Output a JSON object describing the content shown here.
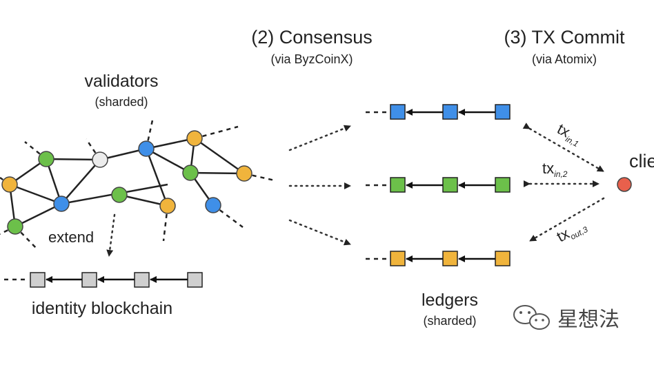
{
  "labels": {
    "consensus_title": "(2) Consensus",
    "consensus_sub": "(via ByzCoinX)",
    "commit_title": "(3) TX Commit",
    "commit_sub": "(via Atomix)",
    "validators_title": "validators",
    "validators_sub": "(sharded)",
    "extend": "extend",
    "identity_blockchain": "identity blockchain",
    "ledgers_title": "ledgers",
    "ledgers_sub": "(sharded)",
    "client": "clie",
    "tx_in_1": {
      "base": "tx",
      "sub": "in,1"
    },
    "tx_in_2": {
      "base": "tx",
      "sub": "in,2"
    },
    "tx_out_3": {
      "base": "tx",
      "sub": "out,3"
    },
    "watermark": "星想法"
  },
  "colors": {
    "blue": "#3f8fe8",
    "green": "#6cc04a",
    "orange": "#f0b43c",
    "gray_node": "#ececec",
    "gray_block": "#cfcfcf",
    "client": "#e8604c"
  },
  "ledgers": [
    {
      "shard": "blue",
      "blocks": 3
    },
    {
      "shard": "green",
      "blocks": 3
    },
    {
      "shard": "orange",
      "blocks": 3
    }
  ],
  "identity_blockchain_blocks": 4
}
